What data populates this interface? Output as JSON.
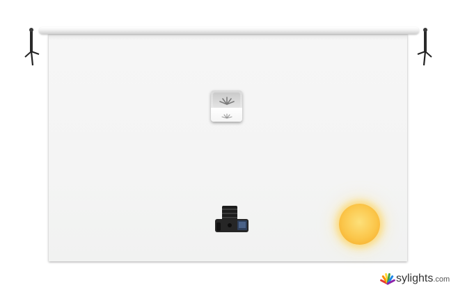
{
  "logo": {
    "wordmark": "sylights",
    "suffix": ".com",
    "mark_colors": [
      "#e53935",
      "#fb8c00",
      "#fdd835",
      "#43a047",
      "#1e88e5",
      "#8e24aa"
    ]
  },
  "elements": {
    "backdrop": "paper-backdrop",
    "light": "softbox-icon",
    "camera": "camera-icon",
    "ambient": "sun-icon",
    "stands": "backdrop-stand-icon"
  },
  "colors": {
    "paper": "#f4f4f4",
    "sun_core": "#fbc64a",
    "sun_glow": "#fde07a",
    "logo_text": "#333333"
  }
}
